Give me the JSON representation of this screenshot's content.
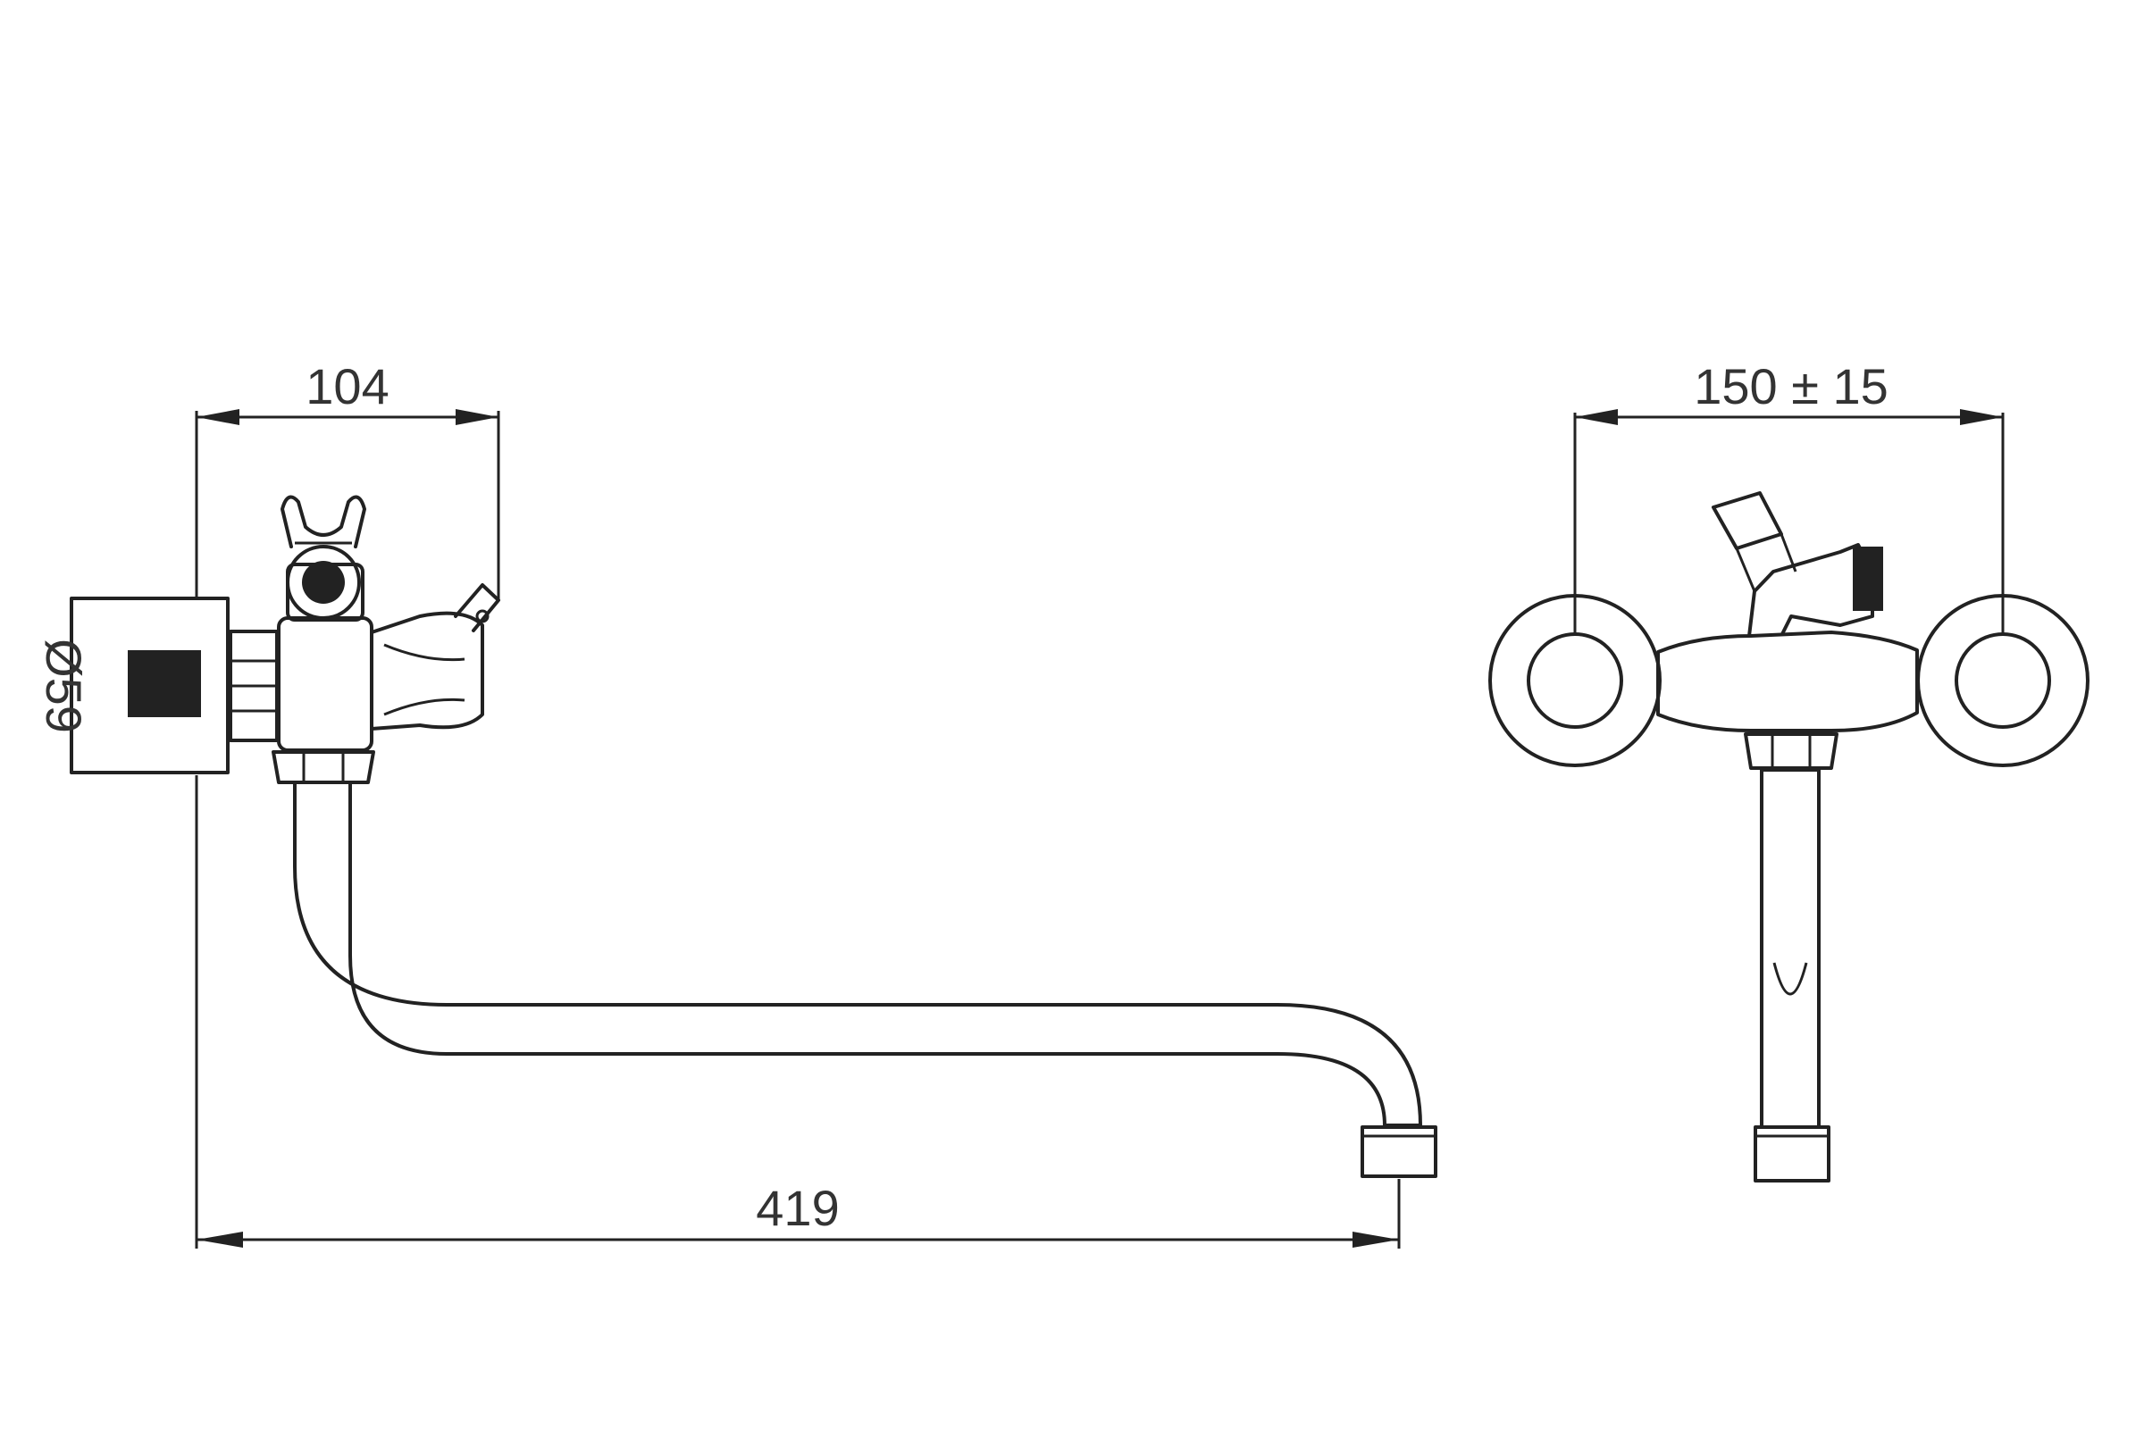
{
  "dimensions": {
    "handle_reach": "104",
    "flange_diameter": "Ø59",
    "spout_length": "419",
    "inlet_spacing": "150 ± 15"
  }
}
